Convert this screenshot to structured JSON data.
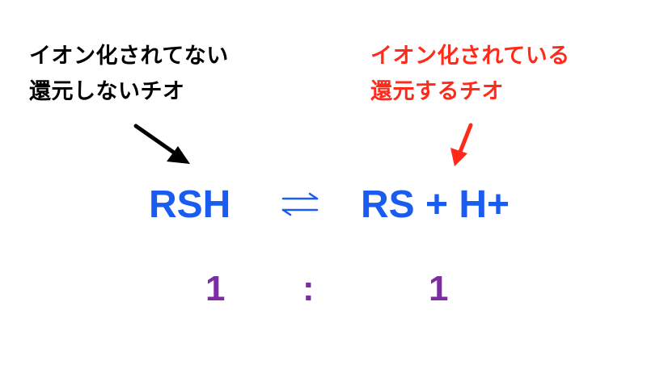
{
  "labels": {
    "left": {
      "line1": "イオン化されてない",
      "line2": "還元しないチオ"
    },
    "right": {
      "line1": "イオン化されている",
      "line2": "還元するチオ"
    }
  },
  "equation": {
    "left": "RSH",
    "right": "RS + H+"
  },
  "ratio": {
    "left": "1",
    "separator": ":",
    "right": "1"
  },
  "colors": {
    "left_label": "#000000",
    "right_label": "#ff2a1a",
    "equation": "#1a5cf0",
    "ratio": "#7d2ca3"
  }
}
